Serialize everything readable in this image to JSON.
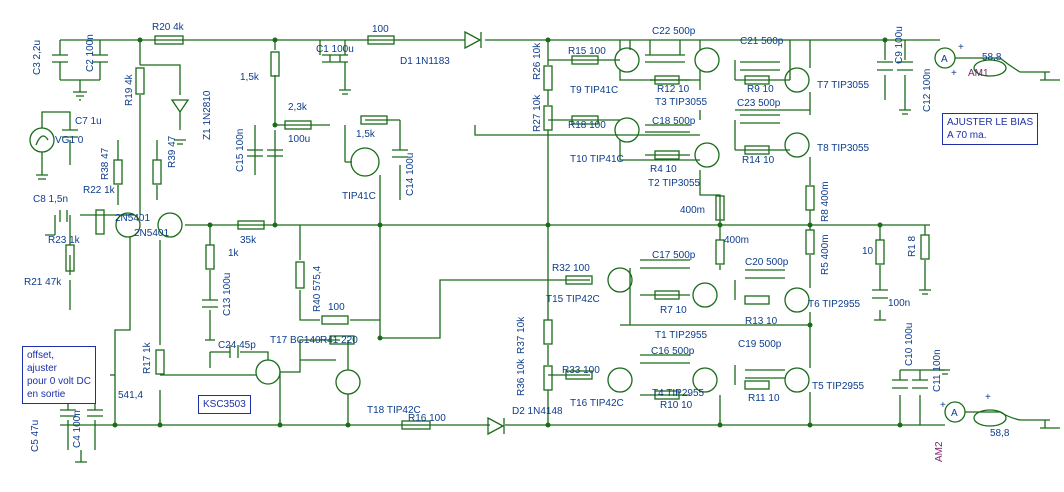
{
  "notes": {
    "bias": [
      "AJUSTER LE BIAS",
      "A 70 ma."
    ],
    "offset": [
      "offset,",
      "ajuster",
      "pour 0 volt DC",
      "en sortie"
    ],
    "ksc": "KSC3503"
  },
  "meters": {
    "am1": {
      "value": "58,8",
      "name": "AM1",
      "sym": "A",
      "plus": "+",
      "plus2": "+"
    },
    "am2": {
      "value": "58,8",
      "name": "AM2",
      "sym": "A",
      "plus": "+",
      "plus2": "+"
    }
  },
  "labels": {
    "c3": "C3 2,2u",
    "c2": "C2 100n",
    "r20": "R20 4k",
    "c1": "C1 100u",
    "r100top": "100",
    "d1": "D1 1N1183",
    "r26": "R26 10k",
    "r15": "R15 100",
    "c22": "C22 500p",
    "c21": "C21 500p",
    "c9": "C9 100u",
    "r19": "R19 4k",
    "r1k5a": "1,5k",
    "t9": "T9 TIP41C",
    "r12": "R12 10",
    "r9": "R9 10",
    "t3": "T3 TIP3055",
    "t7": "T7 TIP3055",
    "c12": "C12 100n",
    "z1": "Z1 1N2810",
    "r2k3": "2,3k",
    "c23": "C23 500p",
    "r27": "R27 10k",
    "r18": "R18 100",
    "c18": "C18 500p",
    "c7": "C7 1u",
    "vg1": "VG1 0",
    "r39": "R39 47",
    "r38": "R38 47",
    "c15": "C15 100n",
    "c100u": "100u",
    "r1k5b": "1,5k",
    "t10": "T10 TIP41C",
    "r4": "R4 10",
    "r14": "R14 10",
    "t8": "T8 TIP3055",
    "t2": "T2 TIP3055",
    "c14": "C14 100u",
    "r22": "R22 1k",
    "c8": "C8 1,5n",
    "tip41c": "TIP41C",
    "r400a": "400m",
    "r8": "R8 400m",
    "q2n5401a": "2N5401",
    "q2n5401b": "2N5401",
    "r23": "R23 1k",
    "r35k": "35k",
    "r400b": "400m",
    "r1k": "1k",
    "r10": "10",
    "r1": "R1 8",
    "r5": "R5 400m",
    "r21": "R21 47k",
    "r32": "R32 100",
    "c17": "C17 500p",
    "c20": "C20 500p",
    "r40": "R40 575,4",
    "c13": "C13 100u",
    "t15": "T15 TIP42C",
    "r7": "R7 10",
    "t6": "T6 TIP2955",
    "c100n": "100n",
    "r100mid": "100",
    "r13": "R13 10",
    "c24": "C24 45p",
    "t17": "T17 BC140",
    "r41": "R41 220",
    "r37": "R37 10k",
    "t1": "T1 TIP2955",
    "c10": "C10 100u",
    "r17": "R17 1k",
    "c16": "C16 500p",
    "c19": "C19 500p",
    "r33": "R33 100",
    "t4": "T4 TIP2955",
    "r36": "R36 10k",
    "t5": "T5 TIP2955",
    "c11": "C11 100n",
    "r541": "541,4",
    "t16": "T16 TIP42C",
    "r10b": "R10 10",
    "r11": "R11 10",
    "t18": "T18 TIP42C",
    "d2": "D2 1N4148",
    "r16": "R16 100",
    "c5": "C5 47u",
    "c4": "C4 100n"
  }
}
